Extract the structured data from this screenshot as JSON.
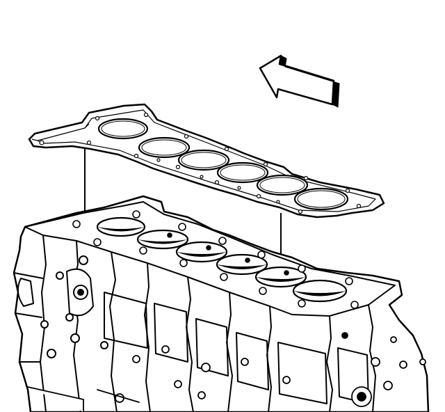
{
  "diagram": {
    "description_labels": [],
    "components": [
      {
        "id": "orientation-arrow",
        "icon": "arrow-left-icon"
      },
      {
        "id": "cylinder-head-gasket",
        "bore_count": 6
      },
      {
        "id": "engine-block",
        "bore_count": 6
      },
      {
        "id": "dowel-pin-guides",
        "count": 2
      }
    ],
    "colors": {
      "line": "#000000",
      "background": "#ffffff"
    }
  }
}
